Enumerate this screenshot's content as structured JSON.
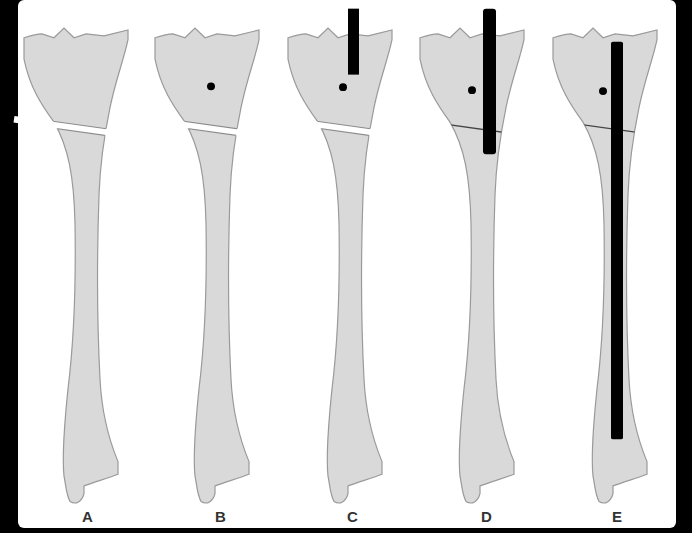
{
  "diagram": {
    "labels": [
      "A",
      "B",
      "C",
      "D",
      "E"
    ]
  }
}
